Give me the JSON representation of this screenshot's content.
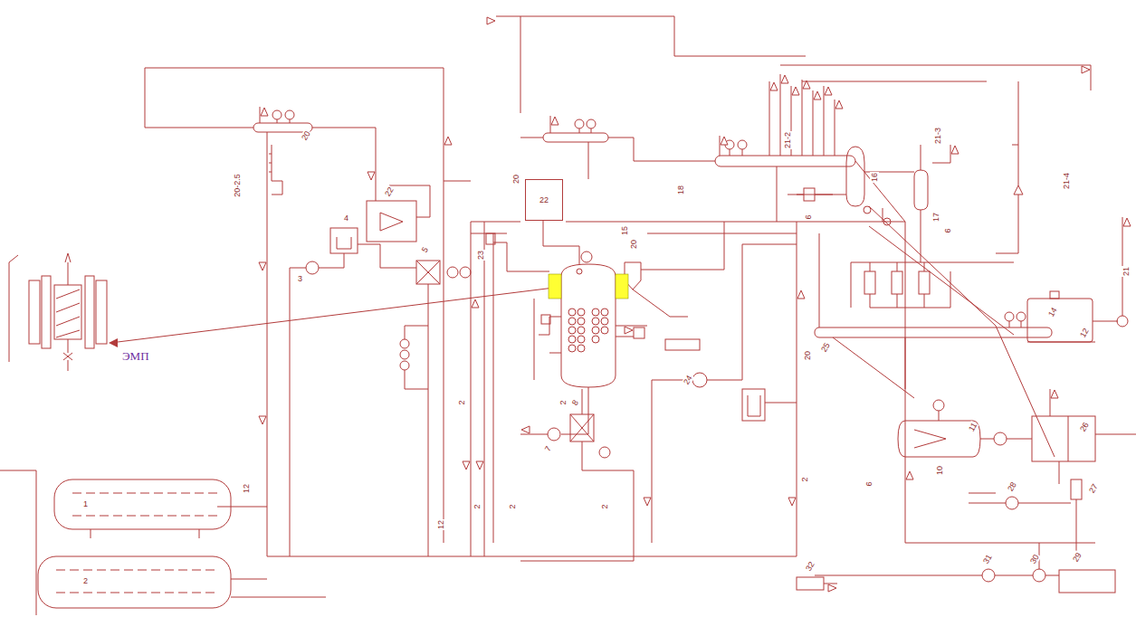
{
  "diagram": {
    "nodes": [
      {
        "text": [
          "22"
        ]
      }
    ],
    "labels": [
      "20-2.5",
      "20",
      "22",
      "4",
      "3",
      "5",
      "1",
      "2",
      "2",
      "2",
      "2",
      "2",
      "2",
      "2",
      "23",
      "20",
      "20",
      "15",
      "18",
      "16",
      "21-3",
      "21-2",
      "17",
      "21-4",
      "6",
      "6",
      "14",
      "12",
      "20",
      "25",
      "24",
      "8",
      "7",
      "10",
      "11",
      "26",
      "27",
      "28",
      "29",
      "30",
      "31",
      "32",
      "12",
      "12",
      "6",
      "ЭМП",
      "21"
    ]
  }
}
